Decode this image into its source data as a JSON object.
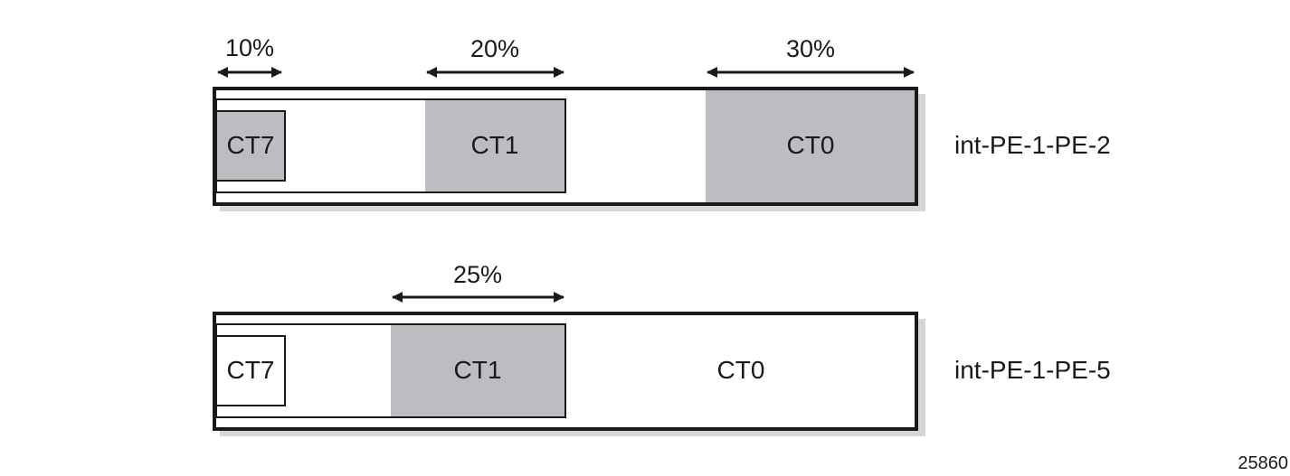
{
  "colors": {
    "fill_gray": "#bcbdc0",
    "shadow": "#d6d6d6",
    "stroke": "#1a1a1a"
  },
  "top_link": {
    "label": "int-PE-1-PE-2",
    "pct_ct7": "10%",
    "pct_ct1": "20%",
    "pct_ct0": "30%",
    "ct7": "CT7",
    "ct1": "CT1",
    "ct0": "CT0"
  },
  "bottom_link": {
    "label": "int-PE-1-PE-5",
    "pct_ct1": "25%",
    "ct7": "CT7",
    "ct1": "CT1",
    "ct0": "CT0"
  },
  "figure_id": "25860"
}
